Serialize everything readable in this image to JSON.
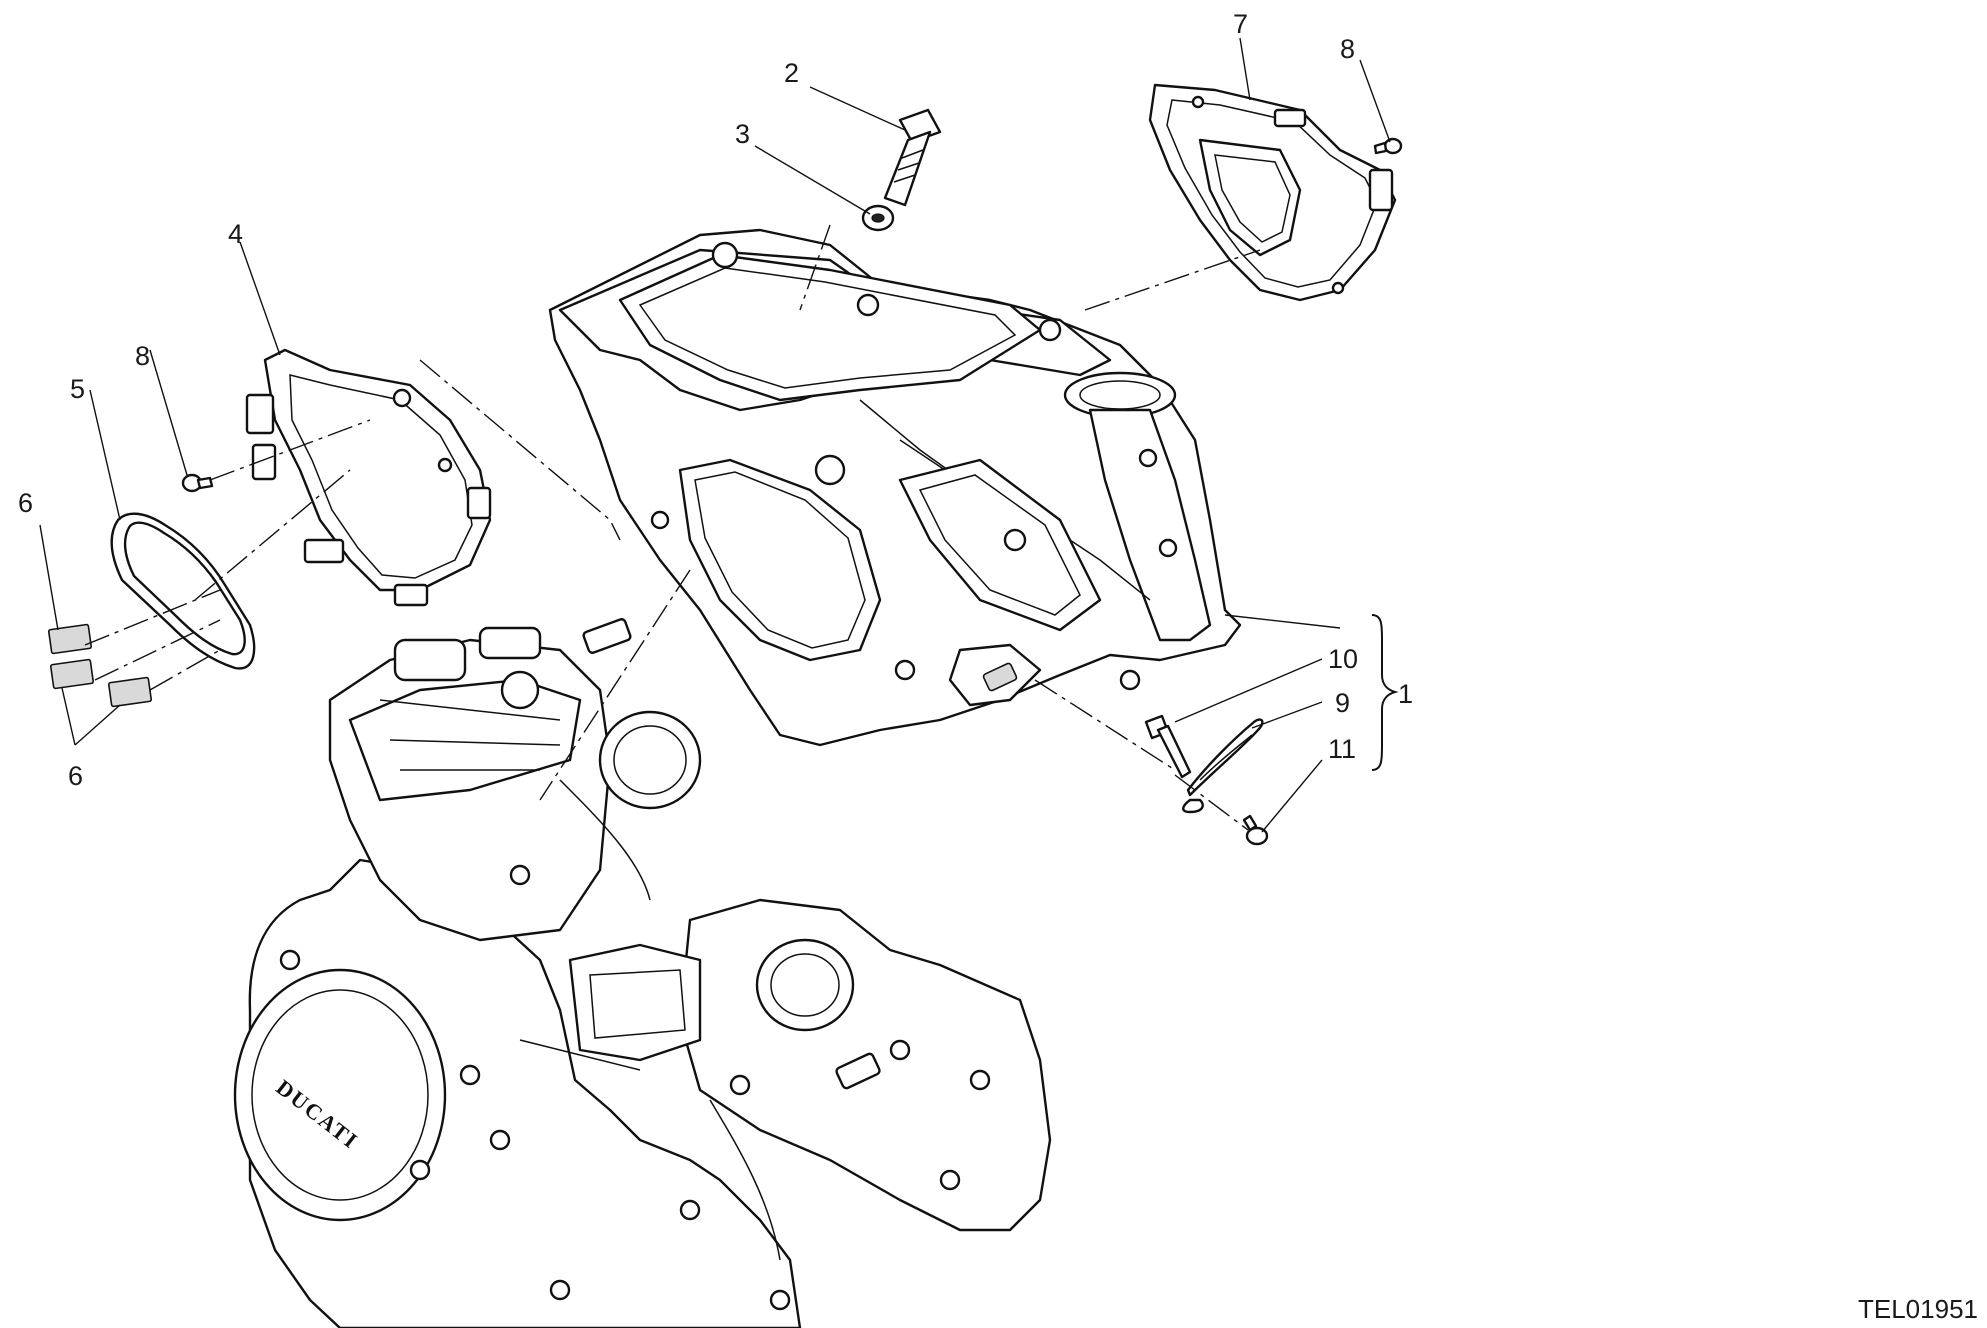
{
  "diagram": {
    "reference_code": "TEL01951",
    "callouts": {
      "c1": "1",
      "c2": "2",
      "c3": "3",
      "c4": "4",
      "c5": "5",
      "c6a": "6",
      "c6b": "6",
      "c7": "7",
      "c8a": "8",
      "c8b": "8",
      "c9": "9",
      "c10": "10",
      "c11": "11"
    },
    "engine_cover_text": "DUCATI"
  }
}
